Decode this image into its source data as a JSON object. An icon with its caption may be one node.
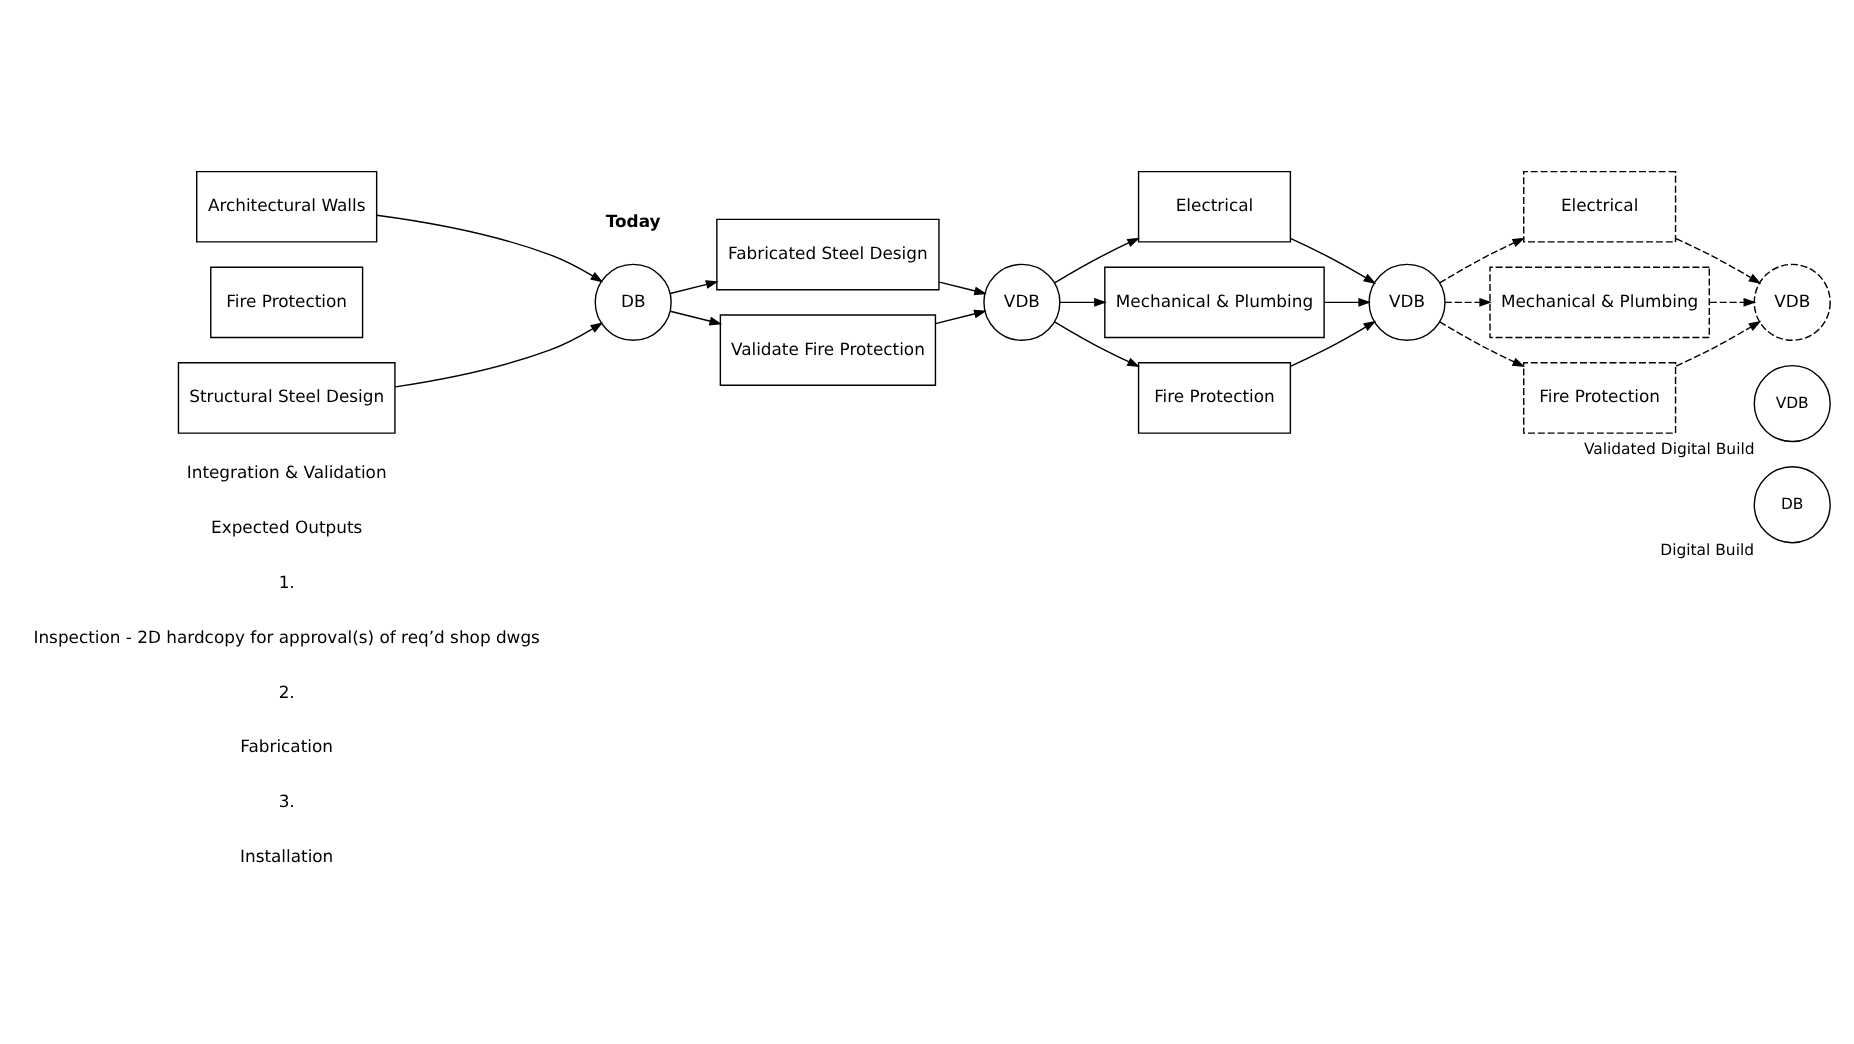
{
  "diagram": {
    "nodes": [
      {
        "text": [
          "Architectural Walls"
        ]
      },
      {
        "text": [
          "Fire Protection"
        ]
      },
      {
        "text": [
          "Structural Steel Design"
        ]
      },
      {
        "text": [
          "DB"
        ]
      },
      {
        "text": [
          "Fabricated Steel Design"
        ]
      },
      {
        "text": [
          "Validate Fire Protection"
        ]
      },
      {
        "text": [
          "VDB"
        ]
      },
      {
        "text": [
          "Electrical"
        ]
      },
      {
        "text": [
          "Mechanical & Plumbing"
        ]
      },
      {
        "text": [
          "Fire Protection"
        ]
      },
      {
        "text": [
          "VDB"
        ]
      },
      {
        "text": [
          "Electrical"
        ]
      },
      {
        "text": [
          "Mechanical & Plumbing"
        ]
      },
      {
        "text": [
          "Fire Protection"
        ]
      },
      {
        "text": [
          "VDB"
        ]
      },
      {
        "text": [
          "VDB"
        ],
        "beside": [
          "Validated Digital Build"
        ]
      },
      {
        "text": [
          "DB"
        ],
        "beside": [
          "Digital Build"
        ]
      }
    ],
    "edges": [
      {
        "from": 0,
        "to": 3,
        "arrow": "to"
      },
      {
        "from": 2,
        "to": 3,
        "arrow": "to"
      },
      {
        "from": 3,
        "to": 4,
        "arrow": "to"
      },
      {
        "from": 3,
        "to": 5,
        "arrow": "to"
      },
      {
        "from": 4,
        "to": 6,
        "arrow": "to"
      },
      {
        "from": 5,
        "to": 6,
        "arrow": "to"
      },
      {
        "from": 6,
        "to": 7,
        "arrow": "to"
      },
      {
        "from": 6,
        "to": 8,
        "arrow": "to"
      },
      {
        "from": 6,
        "to": 9,
        "arrow": "to"
      },
      {
        "from": 7,
        "to": 10,
        "arrow": "to"
      },
      {
        "from": 8,
        "to": 10,
        "arrow": "to"
      },
      {
        "from": 9,
        "to": 10,
        "arrow": "to"
      },
      {
        "from": 10,
        "to": 11,
        "arrow": "to",
        "style": "dashed"
      },
      {
        "from": 10,
        "to": 12,
        "arrow": "to",
        "style": "dashed"
      },
      {
        "from": 10,
        "to": 13,
        "arrow": "to",
        "style": "dashed"
      },
      {
        "from": 11,
        "to": 14,
        "arrow": "to",
        "style": "dashed"
      },
      {
        "from": 12,
        "to": 14,
        "arrow": "to",
        "style": "dashed"
      },
      {
        "from": 13,
        "to": 14,
        "arrow": "to",
        "style": "dashed"
      }
    ],
    "labels": [
      "Today",
      "Integration & Validation",
      "Expected Outputs",
      "1.",
      "Inspection - 2D hardcopy for approval(s) of req’d shop dwgs",
      "2.",
      "Fabrication",
      "3.",
      "Installation"
    ]
  }
}
